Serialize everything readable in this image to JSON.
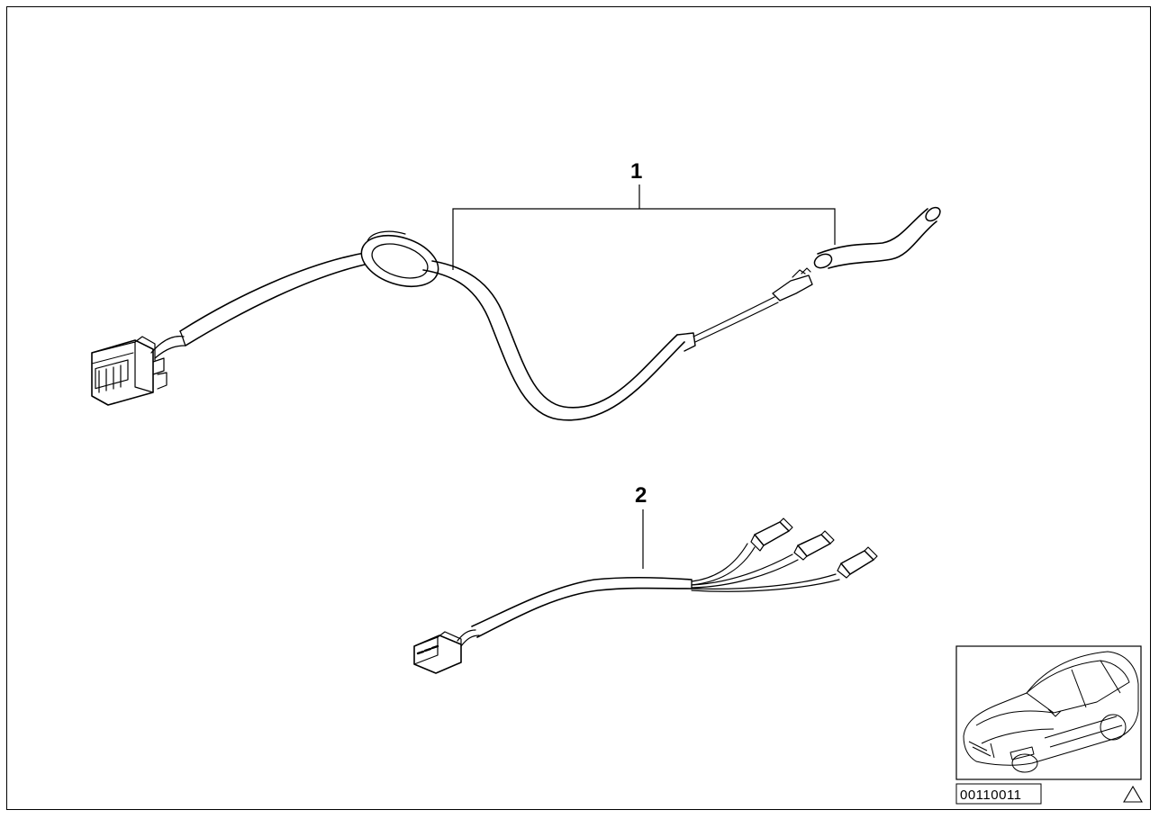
{
  "diagram": {
    "callouts": [
      {
        "id": "part-1",
        "label": "1"
      },
      {
        "id": "part-2",
        "label": "2"
      }
    ],
    "reference_number": "00110011",
    "warning_symbol": "triangle-icon",
    "thumbnail": "car-sedan-icon"
  }
}
